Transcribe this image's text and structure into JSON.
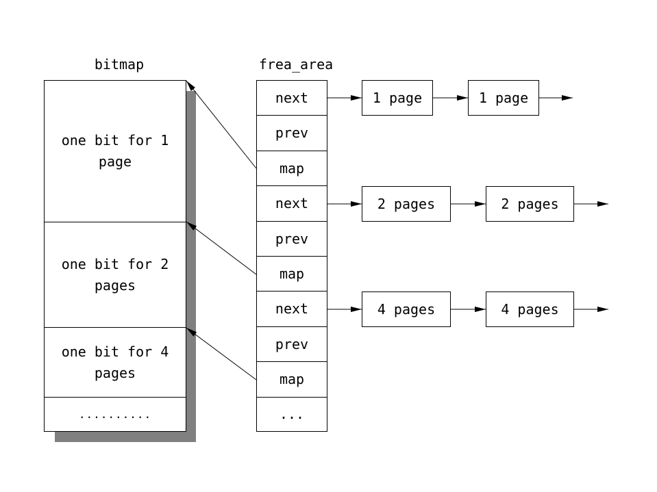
{
  "bitmap": {
    "title": "bitmap",
    "cells": [
      {
        "text": "one bit for 1\npage"
      },
      {
        "text": "one bit for 2\npages"
      },
      {
        "text": "one bit for 4\npages"
      },
      {
        "text": ".........."
      }
    ]
  },
  "free_area": {
    "title": "frea_area",
    "cells": [
      "next",
      "prev",
      "map",
      "next",
      "prev",
      "map",
      "next",
      "prev",
      "map",
      "..."
    ]
  },
  "lists": [
    {
      "nodes": [
        "1 page",
        "1 page"
      ]
    },
    {
      "nodes": [
        "2 pages",
        "2 pages"
      ]
    },
    {
      "nodes": [
        "4 pages",
        "4 pages"
      ]
    }
  ],
  "colors": {
    "line": "#000000",
    "shadow": "#808080",
    "fill": "#ffffff"
  }
}
